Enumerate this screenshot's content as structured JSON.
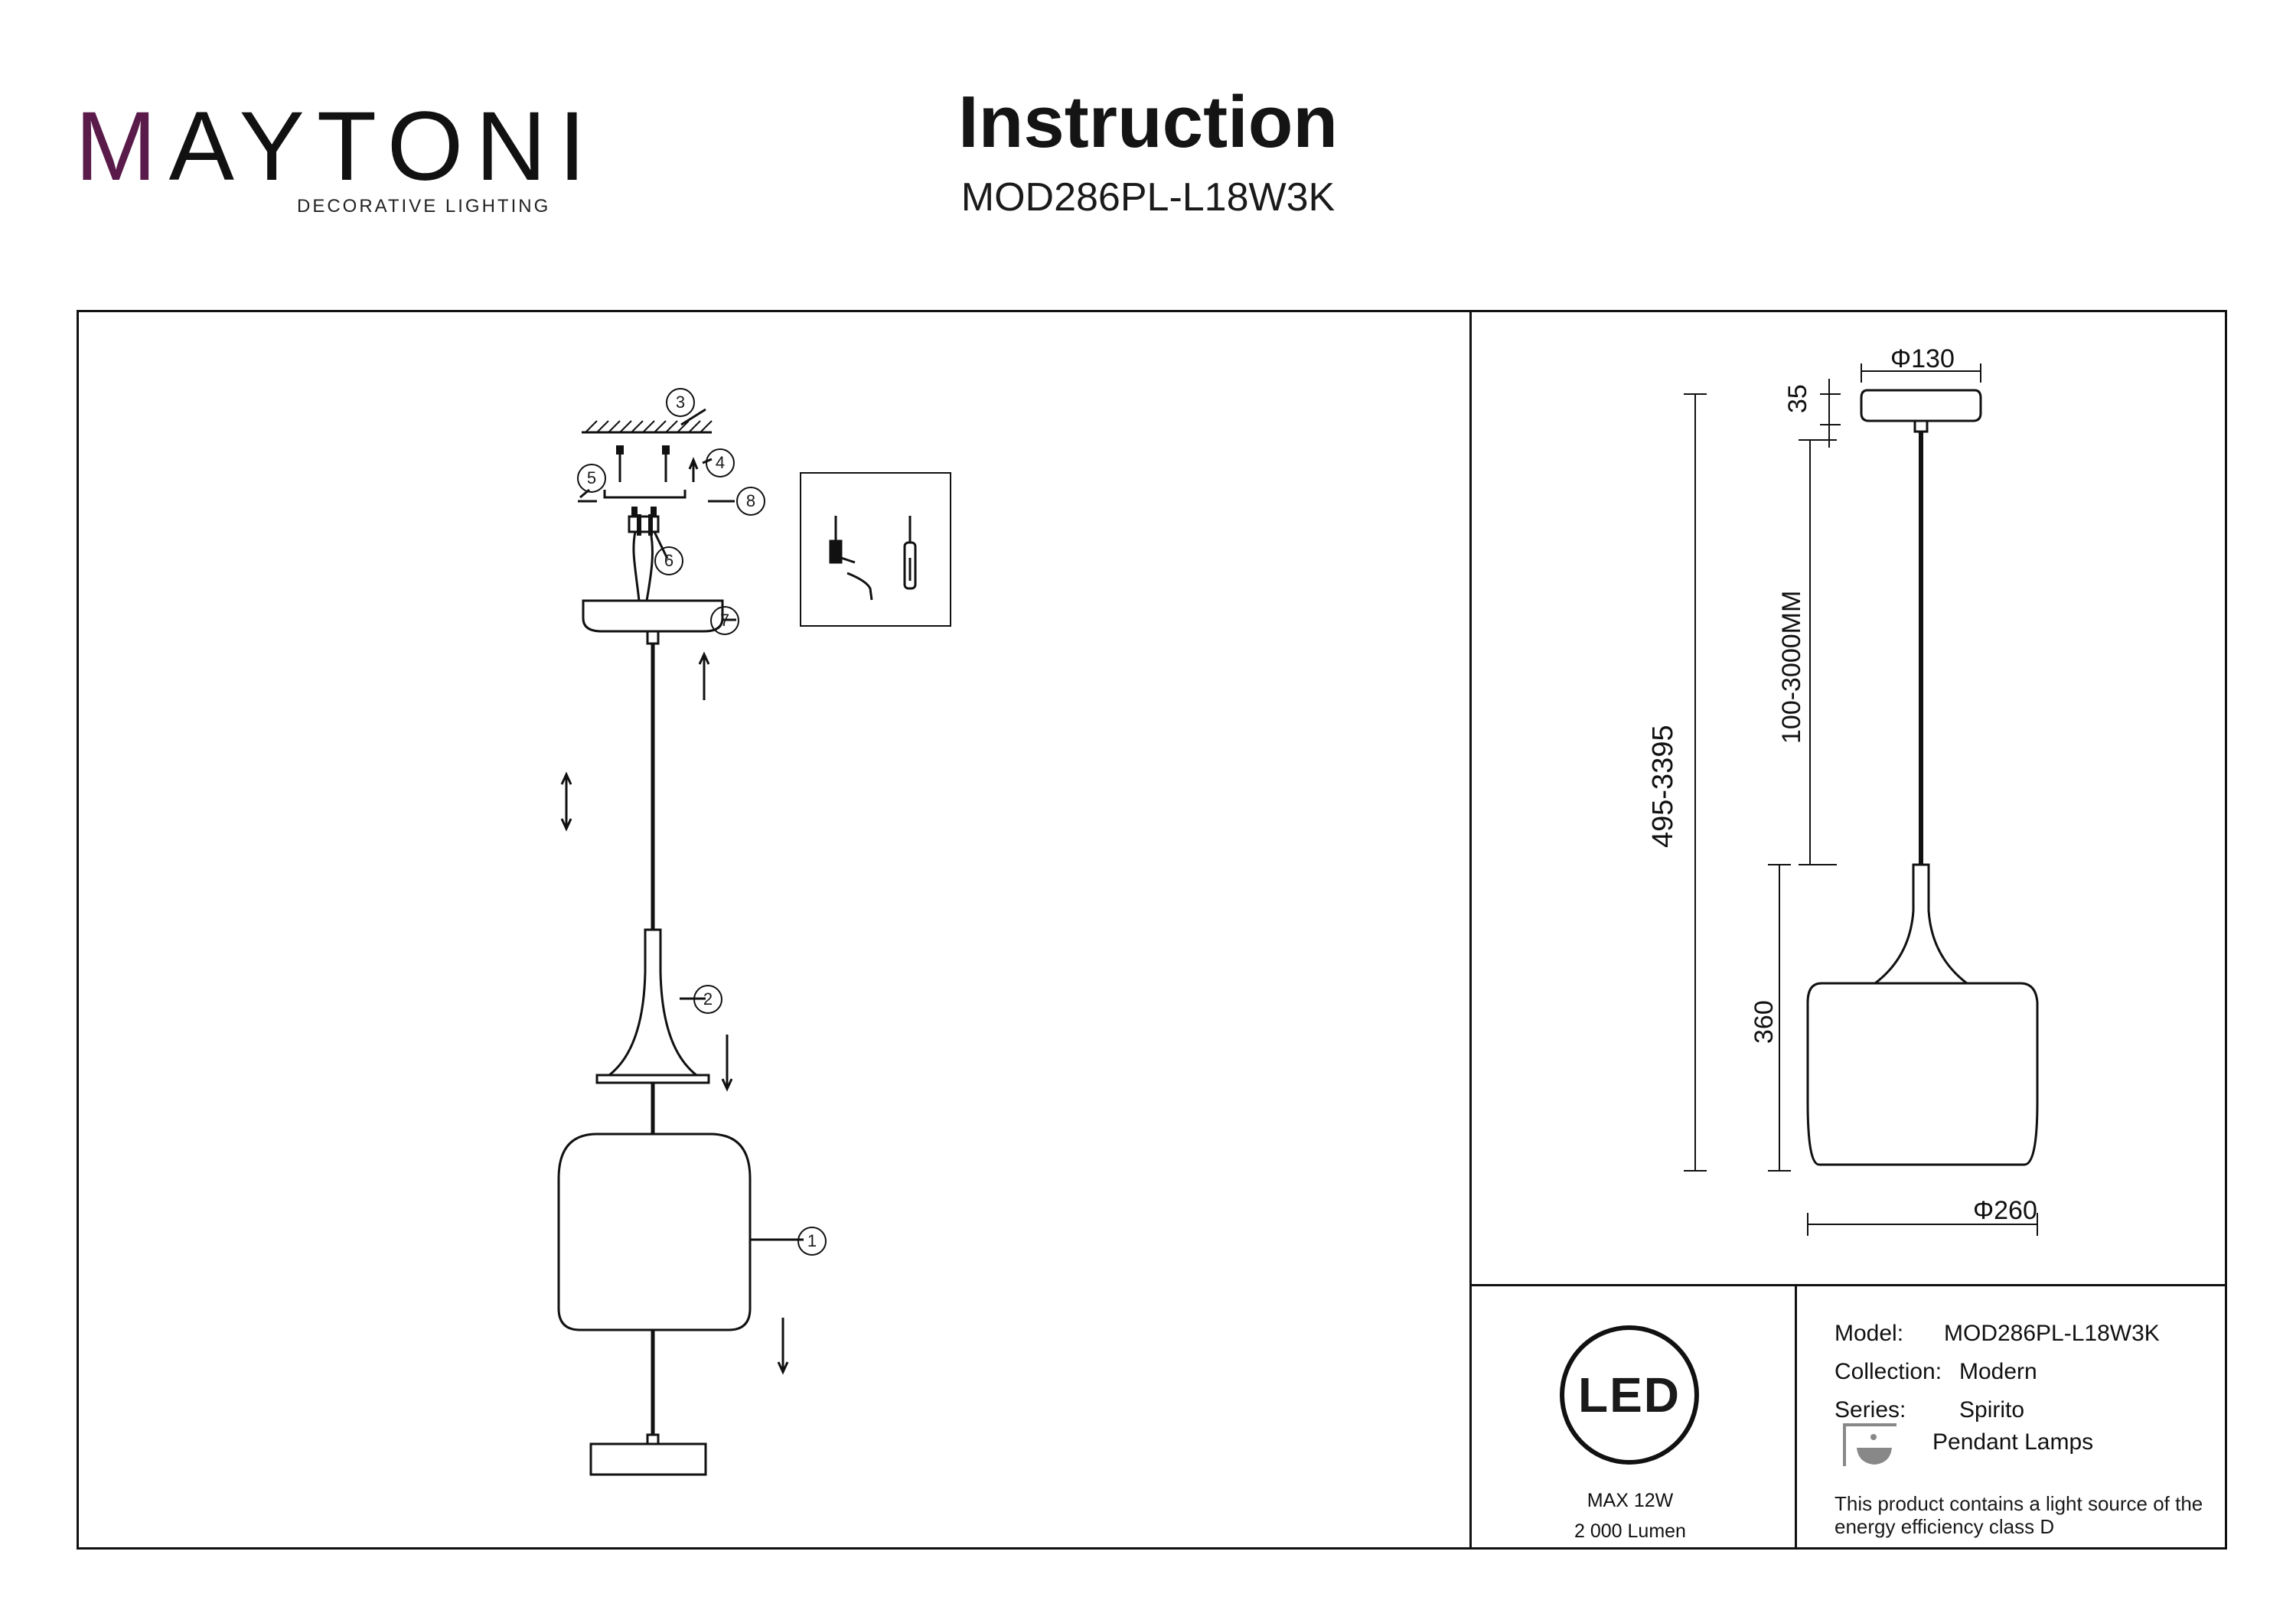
{
  "brand": {
    "logo_text": "MAYTONI",
    "tagline": "DECORATIVE LIGHTING",
    "accent_color": "#5a1a4a"
  },
  "header": {
    "title": "Instruction",
    "model": "MOD286PL-L18W3K"
  },
  "assembly": {
    "callouts": [
      "1",
      "2",
      "3",
      "4",
      "5",
      "6",
      "7",
      "8"
    ]
  },
  "dimensions": {
    "canopy_diameter": "Φ130",
    "canopy_height": "35",
    "cable_length": "100-3000MM",
    "total_height": "495-3395",
    "shade_height": "360",
    "shade_diameter": "Φ260"
  },
  "led_badge": {
    "text": "LED",
    "power": "MAX 12W",
    "lumen": "2 000 Lumen"
  },
  "specs": {
    "model_label": "Model:",
    "model_value": "MOD286PL-L18W3K",
    "collection_label": "Collection:",
    "collection_value": "Modern",
    "series_label": "Series:",
    "series_value": "Spirito",
    "type_value": "Pendant Lamps",
    "energy_note_line1": "This product contains a light source of the",
    "energy_note_line2": "energy efficiency class D"
  }
}
